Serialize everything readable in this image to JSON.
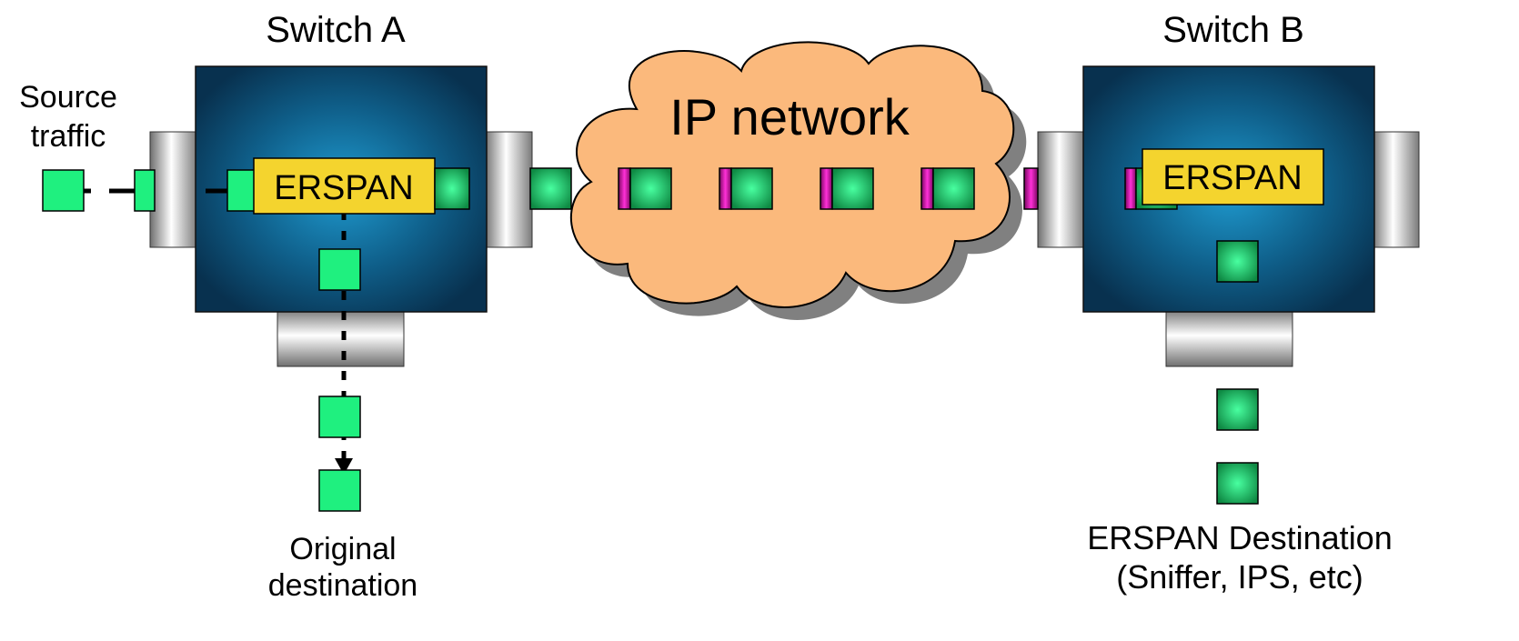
{
  "switch_a": {
    "title": "Switch A",
    "engine_label": "ERSPAN"
  },
  "switch_b": {
    "title": "Switch B",
    "engine_label": "ERSPAN"
  },
  "network": {
    "label": "IP network"
  },
  "source": {
    "line1": "Source",
    "line2": "traffic"
  },
  "original_destination": {
    "line1": "Original",
    "line2": "destination"
  },
  "erspan_destination": {
    "line1": "ERSPAN Destination",
    "line2": "(Sniffer, IPS, etc)"
  },
  "colors": {
    "original_packet": "#1ff07f",
    "mirrored_packet": "#19b85c",
    "gre_header": "#c0109a",
    "cloud_fill": "#fbb97c",
    "switch_dark": "#0b3a5c",
    "switch_light": "#1a86b8",
    "engine_fill": "#f4d42e"
  }
}
